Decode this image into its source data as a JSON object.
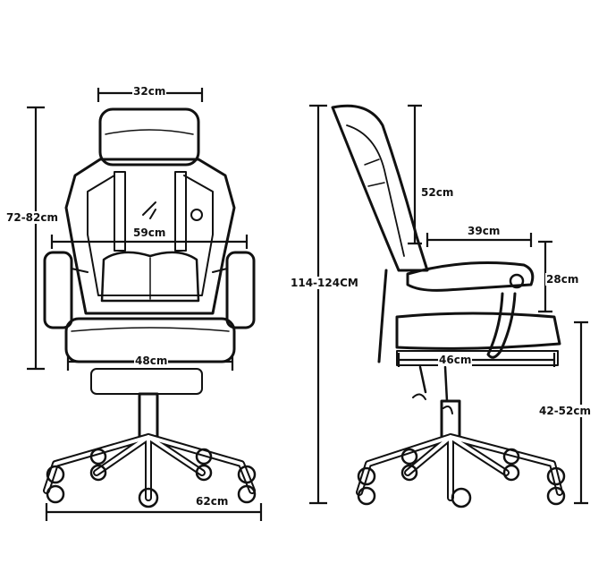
{
  "diagram": {
    "front_view": {
      "headrest_width": "32cm",
      "back_height": "72-82cm",
      "backrest_height": "59cm",
      "seat_width": "48cm",
      "base_width": "62cm"
    },
    "side_view": {
      "total_height": "114-124CM",
      "back_height": "52cm",
      "armrest_length": "39cm",
      "armrest_height": "28cm",
      "seat_depth": "46cm",
      "seat_height": "42-52cm"
    },
    "colors": {
      "line": "#111111",
      "paper": "#ffffff"
    }
  }
}
